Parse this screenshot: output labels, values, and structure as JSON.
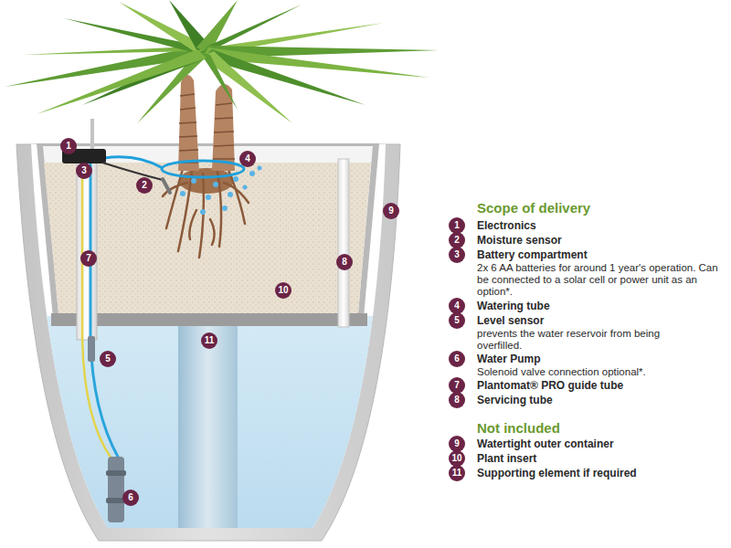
{
  "diagram": {
    "labels": [
      "1",
      "3",
      "2",
      "4",
      "9",
      "7",
      "8",
      "10",
      "5",
      "11",
      "6",
      "Scope of delivery",
      "1",
      "Electronics",
      "2",
      "Moisture sensor",
      "3",
      "Battery compartment",
      "2x 6 AA batteries for around 1 year's operation. Can be connected to a solar cell or power unit as an option*.",
      "4",
      "Watering tube",
      "5",
      "Level sensor",
      "prevents the water reservoir from being overfilled.",
      "6",
      "Water Pump",
      "Solenoid valve connection optional*.",
      "7",
      "Plantomat® PRO guide tube",
      "8",
      "Servicing tube",
      "Not included",
      "9",
      "Watertight outer container",
      "10",
      "Plant insert",
      "11",
      "Supporting element if required"
    ]
  }
}
